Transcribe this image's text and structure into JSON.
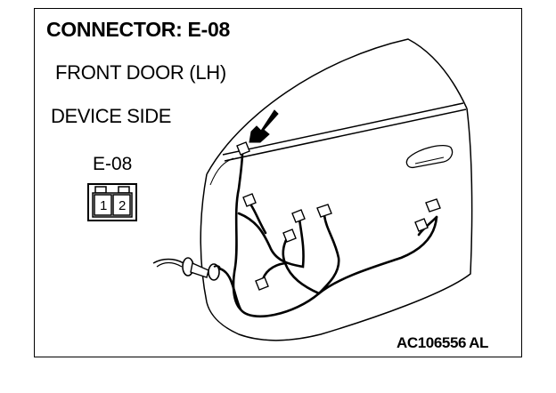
{
  "title": "CONNECTOR: E-08",
  "location": "FRONT DOOR (LH)",
  "side": "DEVICE SIDE",
  "connector": {
    "label": "E-08",
    "pins": [
      "1",
      "2"
    ]
  },
  "figure_code": "AC106556",
  "figure_suffix": "AL"
}
